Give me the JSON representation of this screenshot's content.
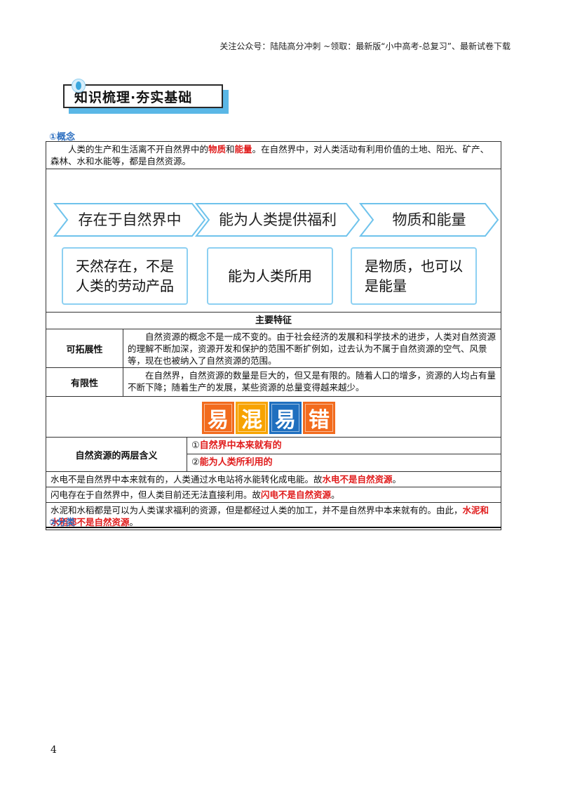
{
  "header_note": "关注公众号：陆陆高分冲刺 ~领取：最新版“小中高考-总复习”、最新试卷下载",
  "banner": {
    "title": "知识梳理·夯实基础"
  },
  "concept": {
    "heading": "①概念",
    "intro": [
      "人类的生产和生活离不开自然界中的",
      "物质",
      "和",
      "能量",
      "。在自然界中，对人类活动有利用价值的土地、阳光、矿产、森林、水和水能等，都是自然资源。"
    ],
    "chevrons": [
      "存在于自然界中",
      "能为人类提供福利",
      "物质和能量"
    ],
    "boxes": [
      {
        "line1": "天然存在，不是",
        "line2": "人类的劳动产品"
      },
      {
        "line1": "能为人类所用",
        "line2": ""
      },
      {
        "line1": "是物质，也可以",
        "line2": "是能量"
      }
    ],
    "chevron_color": "#6fc3ec",
    "box_border_color": "#8dd0f2"
  },
  "features": {
    "heading": "主要特征",
    "rows": [
      {
        "label": "可拓展性",
        "text": "自然资源的概念不是一成不变的。由于社会经济的发展和科学技术的进步，人类对自然资源的理解不断加深，资源开发和保护的范围不断扩例如，过去认为不属于自然资源的空气、风景等，现在也被纳入了自然资源的范围。"
      },
      {
        "label": "有限性",
        "text": "在自然界，自然资源的数量是巨大的，但又是有限的。随着人口的增多，资源的人均占有量不断下降；随着生产的发展，某些资源的总量变得越来越少。"
      }
    ]
  },
  "confusion": {
    "badges": [
      {
        "char": "易",
        "color": "#f26b1d"
      },
      {
        "char": "混",
        "color": "#f7a300"
      },
      {
        "char": "易",
        "color": "#1f6fbf"
      },
      {
        "char": "错",
        "color": "#f26b1d"
      }
    ],
    "layers_label": "自然资源的两层含义",
    "layers": [
      {
        "num": "①",
        "text": "自然界中本来就有的"
      },
      {
        "num": "②",
        "text": "能为人类所利用的"
      }
    ],
    "examples": [
      {
        "pre": "水电不是自然界中本来就有的，人类通过水电站将水能转化成电能。故",
        "hl": "水电不是自然资源",
        "post": "。"
      },
      {
        "pre": "闪电存在于自然界中，但人类目前还无法直接利用。故",
        "hl": "闪电不是自然资源",
        "post": "。"
      },
      {
        "pre": "水泥和水稻都是可以为人类谋求福利的资源，但是都经过人类的加工，并不是自然界中本来就有的。由此，",
        "hl": "水泥和水稻都不是自然资源",
        "post": "。"
      }
    ],
    "highlight_color": "#e01b1b"
  },
  "classification": {
    "heading": "②分类"
  },
  "page_number": "4",
  "accent_color": "#2d6fc0"
}
